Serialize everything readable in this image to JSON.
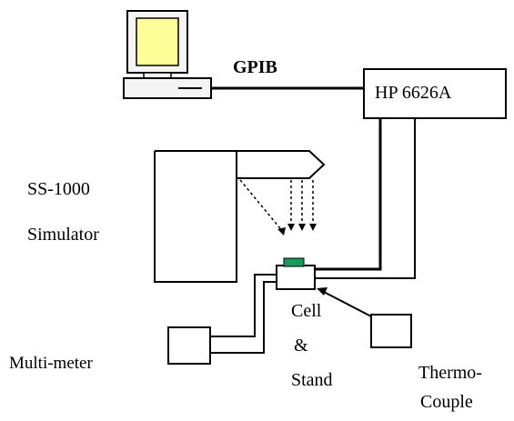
{
  "labels": {
    "bus": "GPIB",
    "power_supply": "HP 6626A",
    "simulator_model": "SS-1000",
    "simulator_name": "Simulator",
    "cell_line1": "Cell",
    "cell_line2": "&",
    "cell_line3": "Stand",
    "multimeter": "Multi-meter",
    "thermo_line1": "Thermo-",
    "thermo_line2": "Couple"
  },
  "colors": {
    "line": "#000000",
    "monitor_screen": "#ffff99",
    "monitor_body": "#f4f4f4",
    "cell_top": "#1a9a5a",
    "background": "#ffffff"
  },
  "icons": {
    "computer": "computer-icon"
  }
}
